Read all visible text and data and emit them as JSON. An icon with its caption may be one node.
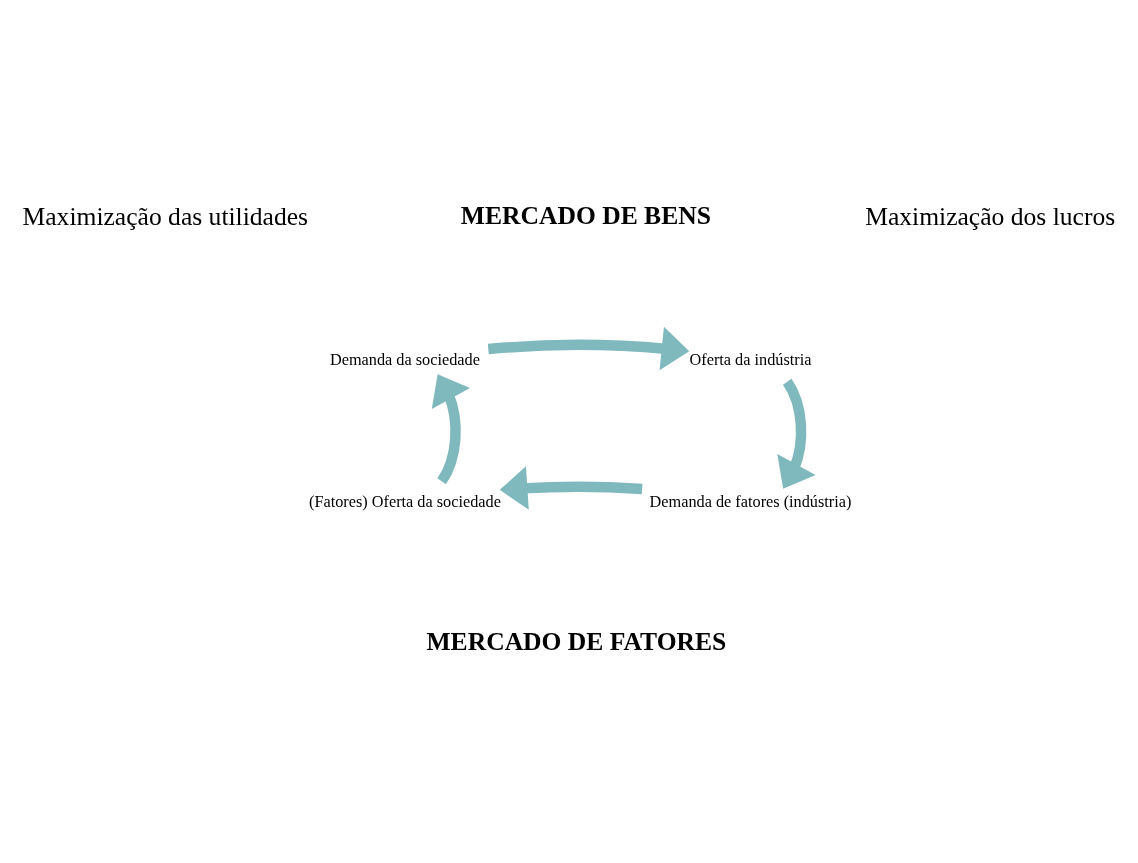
{
  "diagram": {
    "nodes": [
      {
        "text": [
          "Demanda da sociedade"
        ]
      },
      {
        "text": [
          "Oferta da indústria"
        ]
      },
      {
        "text": [
          "Demanda de fatores (indústria)"
        ]
      },
      {
        "text": [
          "(Fatores) Oferta da sociedade"
        ]
      }
    ],
    "edges": [
      {
        "from": 0,
        "to": 1,
        "arrow": "to"
      },
      {
        "from": 1,
        "to": 2,
        "arrow": "to"
      },
      {
        "from": 2,
        "to": 3,
        "arrow": "to"
      },
      {
        "from": 3,
        "to": 0,
        "arrow": "to"
      }
    ],
    "labels": [
      "Maximização das utilidades",
      "MERCADO DE BENS",
      "Maximização dos lucros",
      "MERCADO DE FATORES"
    ]
  }
}
